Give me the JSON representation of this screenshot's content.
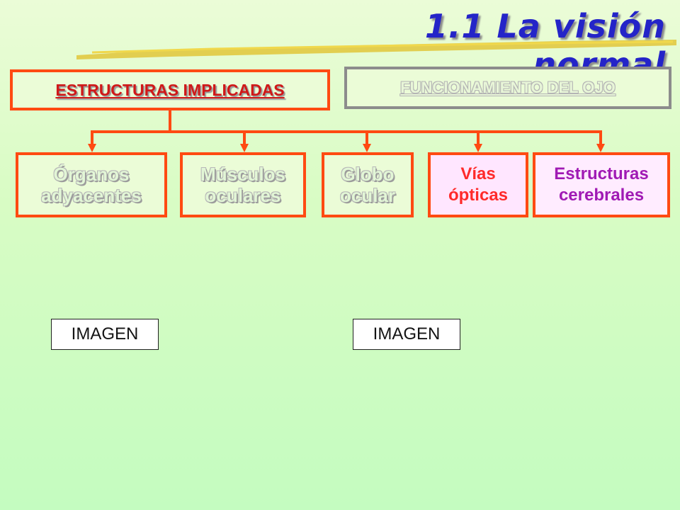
{
  "title": "1.1 La visión normal",
  "main_box": {
    "label": "ESTRUCTURAS IMPLICADAS"
  },
  "function_box": {
    "label": "FUNCIONAMIENTO DEL OJO"
  },
  "structures": [
    {
      "line1": "Órganos",
      "line2": "adyacentes"
    },
    {
      "line1": "Músculos",
      "line2": "oculares"
    },
    {
      "line1": "Globo",
      "line2": "ocular"
    },
    {
      "line1": "Vías",
      "line2": "ópticas"
    },
    {
      "line1": "Estructuras",
      "line2": "cerebrales"
    }
  ],
  "images": [
    {
      "label": "IMAGEN"
    },
    {
      "label": "IMAGEN"
    }
  ],
  "colors": {
    "background": "#d8fcc4",
    "title": "#2424c8",
    "connector": "#ff4a12",
    "main_label": "#d01818",
    "vias_text": "#ff2a2a",
    "cerebrales_text": "#a01ab4"
  }
}
